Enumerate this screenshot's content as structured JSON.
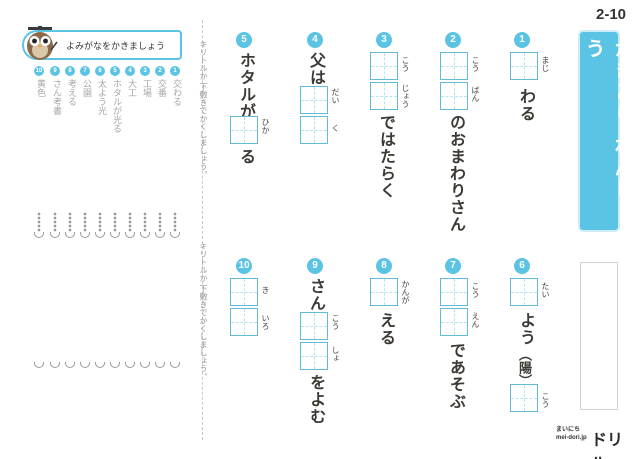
{
  "header": {
    "lesson_number": "2-10",
    "title": "かきとり れんしゅう"
  },
  "brand": {
    "logo_small_top": "まいにち",
    "logo_small_bottom": "mei-dori.jp",
    "logo_main": "ドリル"
  },
  "colors": {
    "accent": "#5bc3e3",
    "box_border": "#62bcd8",
    "text": "#3d3a35",
    "answer_text": "#a7a7a7"
  },
  "cut_note": "キリトルか 下敷きでかくしましょう。",
  "answer_panel": {
    "heading": "よみがなをかきましょう"
  },
  "questions": [
    {
      "num": "1",
      "top_furigana": "まじ",
      "after_text": "わる"
    },
    {
      "num": "2",
      "furigana_1": "こう",
      "furigana_2": "ばん",
      "after_text": "のおまわりさん"
    },
    {
      "num": "3",
      "furigana_1": "こう",
      "furigana_2": "じょう",
      "after_text": "ではたらく"
    },
    {
      "num": "4",
      "before_text": "父は",
      "furigana_1": "だい",
      "furigana_2": "く"
    },
    {
      "num": "5",
      "before_text": "ホタルが",
      "furigana_1": "ひか",
      "after_text": "る"
    },
    {
      "num": "6",
      "furigana_1": "たい",
      "middle_text": "よう",
      "paren_text": "（陽）",
      "furigana_2": "こう"
    },
    {
      "num": "7",
      "furigana_1": "こう",
      "furigana_2": "えん",
      "after_text": "であそぶ"
    },
    {
      "num": "8",
      "furigana_1": "かんが",
      "after_text": "える"
    },
    {
      "num": "9",
      "before_text": "さん",
      "furigana_1": "こう",
      "furigana_2": "しょ",
      "after_text": "をよむ"
    },
    {
      "num": "10",
      "furigana_1": "き",
      "furigana_2": "いろ"
    }
  ],
  "answers": [
    {
      "num": "1",
      "text": "交わる"
    },
    {
      "num": "2",
      "text": "交番"
    },
    {
      "num": "3",
      "text": "工場"
    },
    {
      "num": "4",
      "text": "大工"
    },
    {
      "num": "5",
      "text": "ホタルが光る"
    },
    {
      "num": "6",
      "text": "太よう光"
    },
    {
      "num": "7",
      "text": "公園"
    },
    {
      "num": "8",
      "text": "考える"
    },
    {
      "num": "9",
      "text": "さん考書"
    },
    {
      "num": "10",
      "text": "黄色"
    }
  ]
}
